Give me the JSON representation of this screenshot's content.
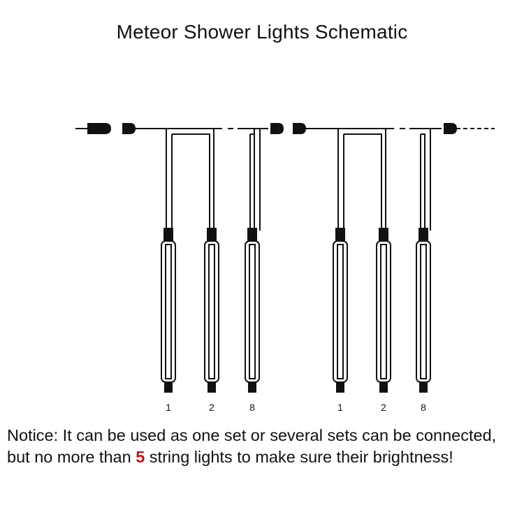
{
  "title": "Meteor Shower Lights Schematic",
  "set1": {
    "tube_labels": [
      "1",
      "2",
      "8"
    ]
  },
  "set2": {
    "tube_labels": [
      "1",
      "2",
      "8"
    ]
  },
  "notice": {
    "before": "Notice: It can be used as one set or several sets can be connected, but no more than ",
    "number": "5",
    "after": " string lights to make sure their brightness!"
  },
  "colors": {
    "line": "#111111",
    "highlight": "#c0141b"
  }
}
